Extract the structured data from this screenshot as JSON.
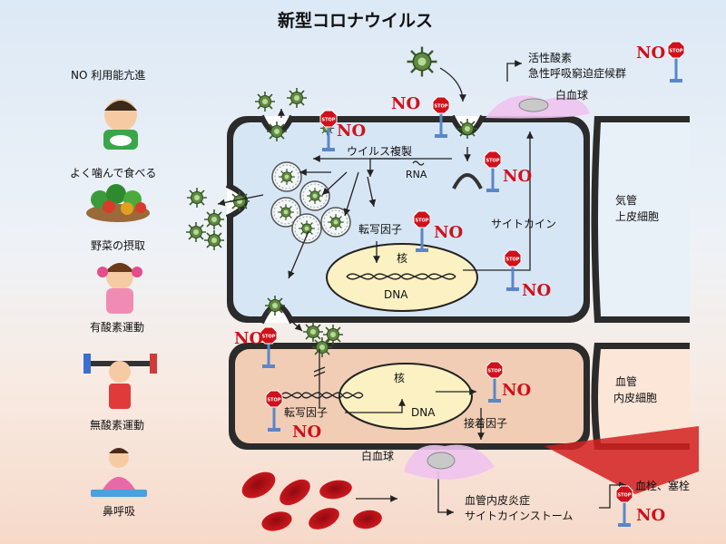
{
  "title": "新型コロナウイルス",
  "sidebar": {
    "header": "NO 利用能亢進",
    "items": [
      {
        "label": "よく噛んで食べる",
        "icon": "boy-eating-icon"
      },
      {
        "label": "野菜の摂取",
        "icon": "vegetables-icon"
      },
      {
        "label": "有酸素運動",
        "icon": "girl-running-icon"
      },
      {
        "label": "無酸素運動",
        "icon": "weightlifting-icon"
      },
      {
        "label": "鼻呼吸",
        "icon": "meditation-icon"
      }
    ]
  },
  "airway": {
    "label_line1": "気管",
    "label_line2": "上皮細胞",
    "virus_replication": "ウイルス複製",
    "rna": "RNA",
    "transcription_factor": "転写因子",
    "nucleus": "核",
    "dna": "DNA",
    "cytokine": "サイトカイン"
  },
  "vessel": {
    "label_line1": "血管",
    "label_line2": "内皮細胞",
    "nucleus": "核",
    "dna": "DNA",
    "transcription_factor": "転写因子",
    "adhesion_factor": "接着因子"
  },
  "outputs": {
    "ros_line1": "活性酸素",
    "ros_line2": "急性呼吸窮迫症候群",
    "wbc_top": "白血球",
    "wbc_bottom": "白血球",
    "inflam_line1": "血管内皮炎症",
    "inflam_line2": "サイトカインストーム",
    "thrombosis": "血栓、塞栓"
  },
  "no_label": "NO",
  "stop_sign_text": "STOP",
  "colors": {
    "no_red": "#d0101a",
    "airway_fill": "#d7e6f5",
    "vessel_fill": "#f0cdb4",
    "nucleus_fill": "#fbf1c3",
    "rbc": "#c8151b"
  }
}
